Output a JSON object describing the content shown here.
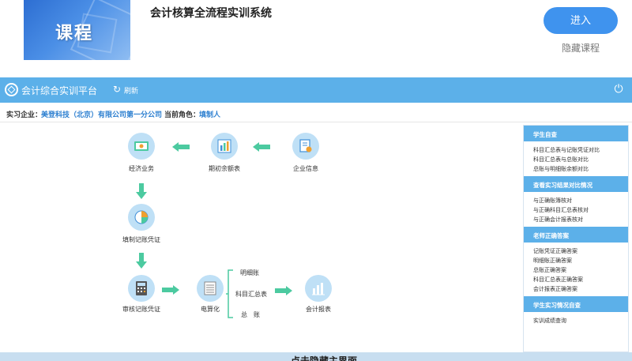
{
  "course": {
    "thumbnail_text": "课程",
    "title": "会计核算全流程实训系统",
    "enter_label": "进入",
    "hide_label": "隐藏课程"
  },
  "header": {
    "platform_name": "会计综合实训平台",
    "refresh_label": "刷新",
    "icons": [
      "logo-icon",
      "refresh-icon",
      "power-icon"
    ],
    "bar_color": "#5cb0e9"
  },
  "info": {
    "company_label": "实习企业：",
    "company_value": "美登科技（北京）有限公司第一分公司",
    "role_label": "当前角色：",
    "role_value": "填制人"
  },
  "flow": {
    "nodes": {
      "company_info": "企业信息",
      "opening_balance": "期初余额表",
      "economic_business": "经济业务",
      "fill_voucher": "填制记账凭证",
      "review_voucher": "审核记账凭证",
      "computerization": "电算化",
      "accounting_report": "会计报表"
    },
    "branches": {
      "detail_ledger": "明细账",
      "subject_summary": "科目汇总表",
      "general_ledger": "总　账"
    },
    "arrow_color": "#4ccaa0"
  },
  "panel": {
    "sections": [
      {
        "title": "学生自查",
        "items": [
          "科目汇总表与记账凭证对比",
          "科目汇总表与总账对比",
          "总账与明细账余额对比"
        ]
      },
      {
        "title": "查看实习结果对比情况",
        "items": [
          "与正确账簿核对",
          "与正确科目汇总表核对",
          "与正确会计报表核对"
        ]
      },
      {
        "title": "老师正确答案",
        "items": [
          "记账凭证正确答案",
          "明细账正确答案",
          "总账正确答案",
          "科目汇总表正确答案",
          "会计报表正确答案"
        ]
      },
      {
        "title": "学生实习情况自查",
        "items": [
          "实训成绩查询"
        ]
      }
    ]
  },
  "footer": {
    "hide_main_label": "点击隐藏主界面"
  }
}
